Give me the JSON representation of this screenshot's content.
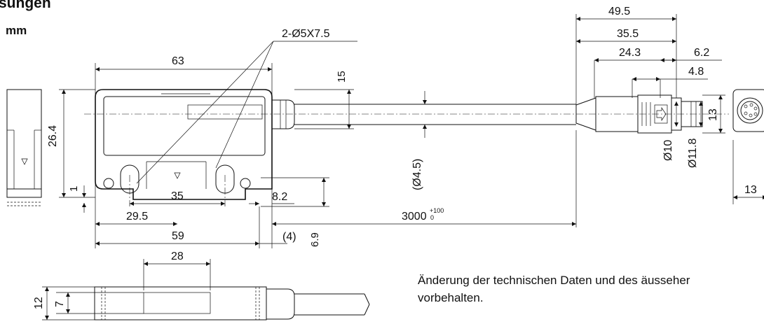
{
  "header": {
    "title": "sungen",
    "unit": "mm"
  },
  "dimensions": {
    "d_63": "63",
    "d_2hole": "2-Ø5X7.5",
    "d_15": "15",
    "d_26_4": "26.4",
    "d_1": "1",
    "d_4_5": "(Ø4.5)",
    "d_6_9": "6.9",
    "d_35": "35",
    "d_8_2": "8.2",
    "d_29_5": "29.5",
    "d_3000": "3000",
    "d_3000_tol_upper": "+100",
    "d_3000_tol_lower": "0",
    "d_59": "59",
    "d_4": "(4)",
    "d_49_5": "49.5",
    "d_35_5": "35.5",
    "d_24_3": "24.3",
    "d_6_2": "6.2",
    "d_4_8": "4.8",
    "d_13_v": "13",
    "d_13_h": "13",
    "d_10": "Ø10",
    "d_11_8": "Ø11.8",
    "d_28": "28",
    "d_12": "12",
    "d_7": "7"
  },
  "note": {
    "line1": "Änderung der technischen Daten und des äusseher",
    "line2": "vorbehalten."
  }
}
